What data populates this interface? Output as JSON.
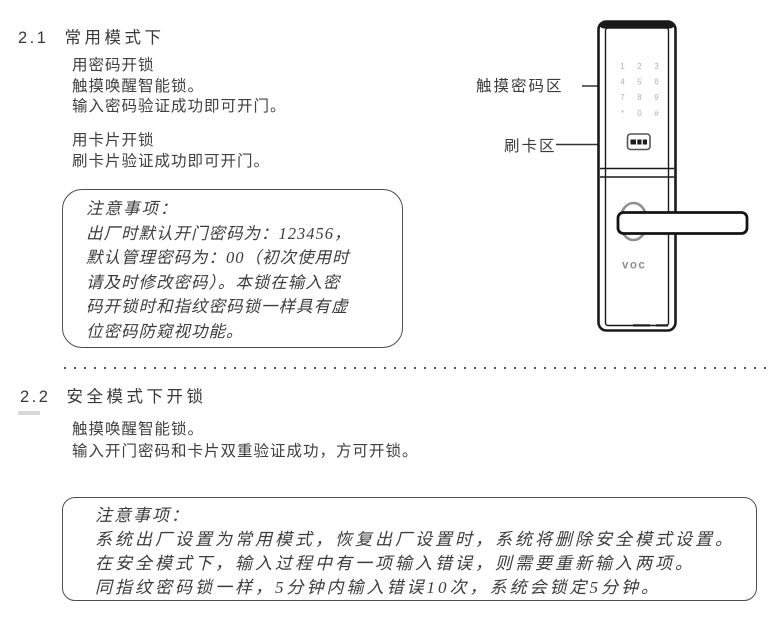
{
  "section1": {
    "number": "2.1",
    "title": "常用模式下",
    "para1": [
      "用密码开锁",
      "触摸唤醒智能锁。",
      "输入密码验证成功即可开门。"
    ],
    "para2": [
      "用卡片开锁",
      "刷卡片验证成功即可开门。"
    ],
    "note": {
      "title": "注意事项：",
      "lines": [
        "出厂时默认开门密码为：123456，",
        "默认管理密码为：00（初次使用时",
        "请及时修改密码）。本锁在输入密",
        "码开锁时和指纹密码锁一样具有虚",
        "位密码防窥视功能。"
      ]
    }
  },
  "section2": {
    "number": "2.2",
    "title": "安全模式下开锁",
    "para": [
      "触摸唤醒智能锁。",
      "输入开门密码和卡片双重验证成功，方可开锁。"
    ],
    "note": {
      "title": "注意事项：",
      "lines": [
        "系统出厂设置为常用模式，恢复出厂设置时，系统将删除安全模式设置。",
        "在安全模式下，输入过程中有一项输入错误，则需要重新输入两项。",
        "同指纹密码锁一样，5分钟内输入错误10次，系统会锁定5分钟。"
      ]
    }
  },
  "illustration": {
    "label_keypad": "触摸密码区",
    "label_card": "刷卡区",
    "brand": "voc",
    "keypad_rows": [
      [
        "1",
        "2",
        "3"
      ],
      [
        "4",
        "5",
        "6"
      ],
      [
        "7",
        "8",
        "9"
      ],
      [
        "*",
        "0",
        "#"
      ]
    ]
  },
  "colors": {
    "line_art": "#1a1a1a",
    "keypad_digit": "#b0b0b0",
    "brand_gray": "#8f8f8f",
    "note_border": "#4d4d4d",
    "marker_gray": "#d8d8d8"
  }
}
